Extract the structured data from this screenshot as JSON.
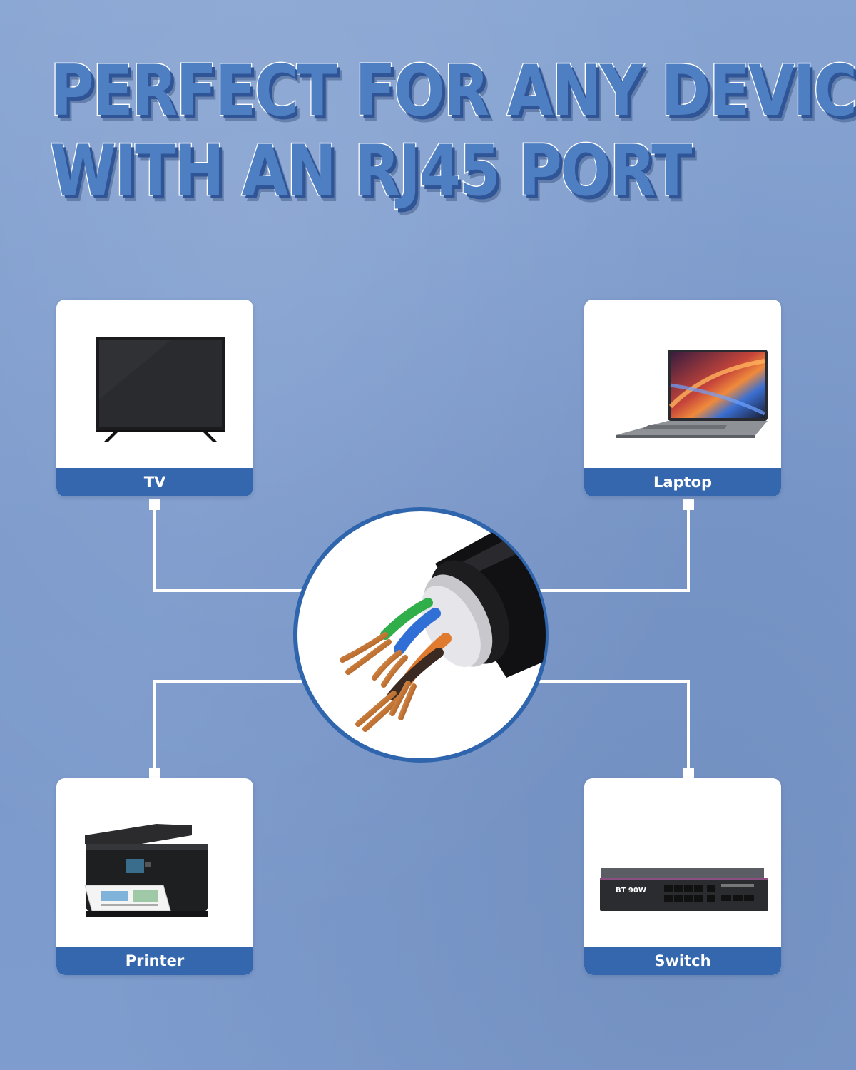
{
  "headline": {
    "line1": "PERFECT FOR ANY DEVICE",
    "line2": "WITH AN RJ45 PORT"
  },
  "devices": [
    {
      "label": "TV",
      "icon": "tv-icon"
    },
    {
      "label": "Laptop",
      "icon": "laptop-icon"
    },
    {
      "label": "Printer",
      "icon": "printer-icon"
    },
    {
      "label": "Switch",
      "icon": "network-switch-icon"
    }
  ],
  "switch_device": {
    "brand_text": "BT 90W"
  },
  "colors": {
    "background": "#7e9ccc",
    "accent": "#3467ad",
    "headline_fill": "#4f7fc3",
    "headline_shadow": "#2f5596",
    "connector": "#ffffff"
  }
}
